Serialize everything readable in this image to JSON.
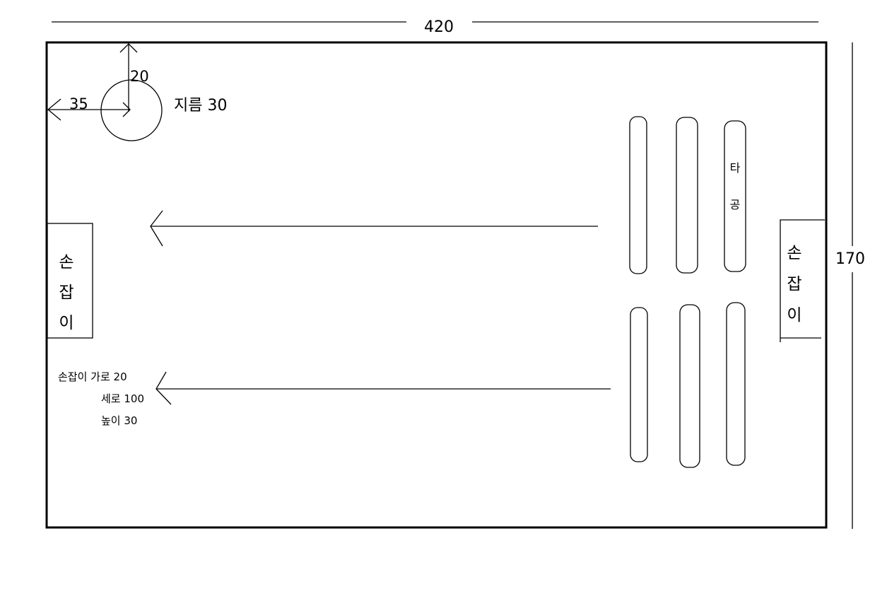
{
  "dimensions": {
    "width_label": "420",
    "height_label": "170"
  },
  "hole": {
    "top_offset_label": "20",
    "left_offset_label": "35",
    "diameter_label": "지름 30"
  },
  "handles": {
    "left_label": [
      "손",
      "잡",
      "이"
    ],
    "right_label": [
      "손",
      "잡",
      "이"
    ],
    "spec": {
      "width": "손잡이 가로 20",
      "length": "세로 100",
      "height": "높이 30"
    }
  },
  "slots": {
    "label": [
      "타",
      "공"
    ]
  },
  "colors": {
    "line": "#000000",
    "background": "#ffffff"
  }
}
